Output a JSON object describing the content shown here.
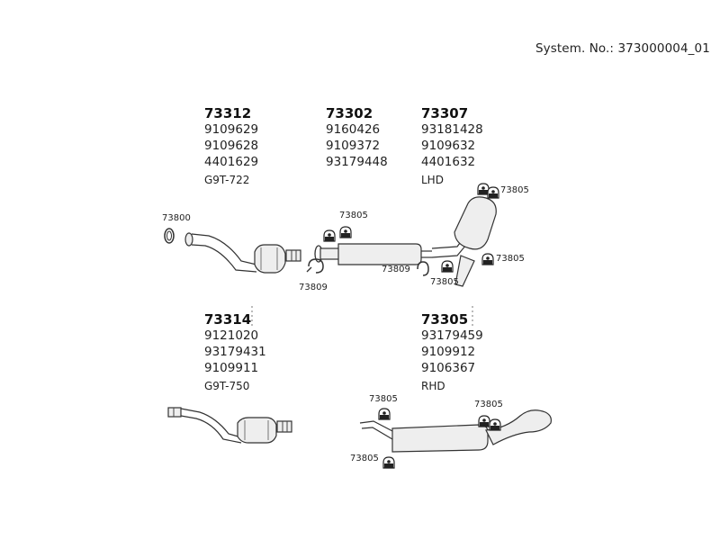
{
  "system_number": "System. No.: 373000004_01",
  "parts": {
    "p73312": {
      "code": "73312",
      "refs": [
        "9109629",
        "9109628",
        "4401629"
      ],
      "note": "G9T-722"
    },
    "p73302": {
      "code": "73302",
      "refs": [
        "9160426",
        "9109372",
        "93179448"
      ],
      "note": ""
    },
    "p73307": {
      "code": "73307",
      "refs": [
        "93181428",
        "9109632",
        "4401632"
      ],
      "note": "LHD"
    },
    "p73314": {
      "code": "73314",
      "refs": [
        "9121020",
        "93179431",
        "9109911"
      ],
      "note": "G9T-750"
    },
    "p73305": {
      "code": "73305",
      "refs": [
        "93179459",
        "9109912",
        "9106367"
      ],
      "note": "RHD"
    }
  },
  "callouts": {
    "gasket": "73800",
    "clamp": "73809",
    "hanger": "73805"
  }
}
